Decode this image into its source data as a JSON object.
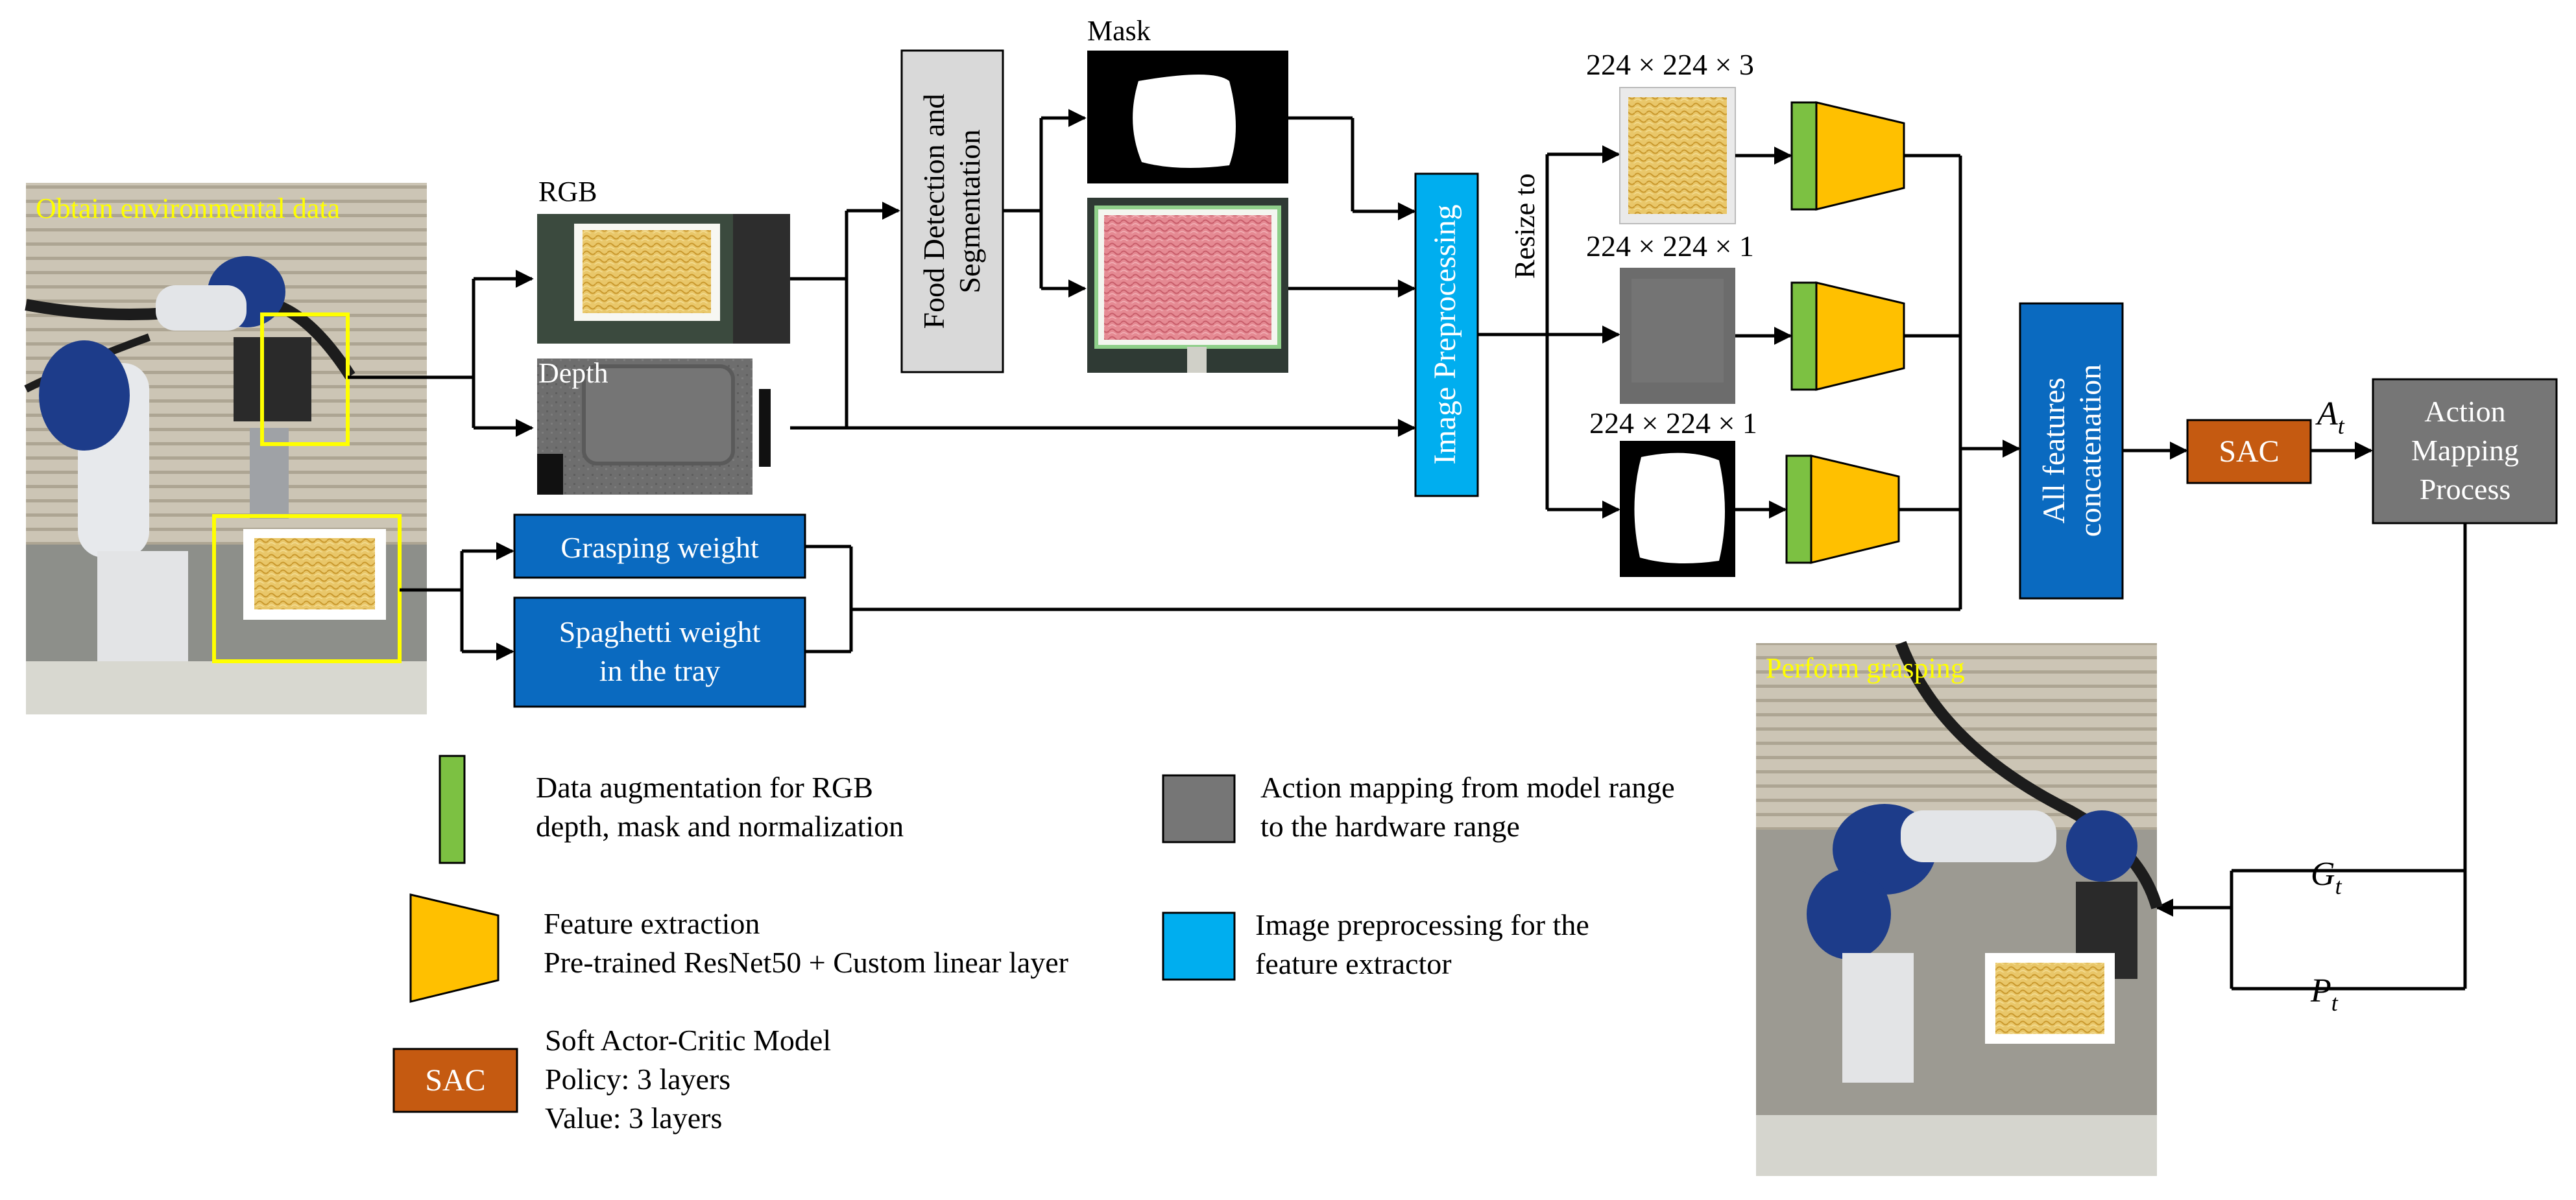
{
  "inputs": {
    "env_photo_label": "Obtain environmental data",
    "rgb_label": "RGB",
    "depth_label": "Depth",
    "mask_label": "Mask",
    "grasping_weight": "Grasping weight",
    "spaghetti_weight_line1": "Spaghetti weight",
    "spaghetti_weight_line2": "in the tray"
  },
  "processing": {
    "food_detection_line1": "Food Detection and",
    "food_detection_line2": "Segmentation",
    "image_preprocessing": "Image Preprocessing",
    "resize_to": "Resize to",
    "size_rgb": "224 × 224 × 3",
    "size_depth": "224 × 224 × 1",
    "size_mask": "224 × 224 × 1",
    "concat_line1": "All features",
    "concat_line2": "concatenation",
    "sac": "SAC",
    "action_line1": "Action",
    "action_line2": "Mapping",
    "action_line3": "Process",
    "output_photo_label": "Perform grasping"
  },
  "math": {
    "a_t": "A",
    "g_t": "G",
    "p_t": "P",
    "sub_t": "t"
  },
  "legend": {
    "augmentation_line1": "Data augmentation for RGB",
    "augmentation_line2": "depth, mask and normalization",
    "feature_line1": "Feature extraction",
    "feature_line2": "Pre-trained ResNet50 + Custom linear layer",
    "sac_box": "SAC",
    "sac_line1": "Soft Actor-Critic Model",
    "sac_line2": "Policy: 3 layers",
    "sac_line3": "Value: 3 layers",
    "action_line1": "Action mapping from model range",
    "action_line2": "to the hardware range",
    "preproc_line1": "Image preprocessing for the",
    "preproc_line2": "feature extractor"
  },
  "colors": {
    "blue_box": "#0a6ac0",
    "cyan_box": "#00aeef",
    "orange_box": "#c55a11",
    "gray_box": "#767676",
    "light_gray_box": "#d9d9d9",
    "green_aug": "#7cc142",
    "yellow_feat": "#ffc000",
    "yellow_frame": "#ffff00"
  }
}
